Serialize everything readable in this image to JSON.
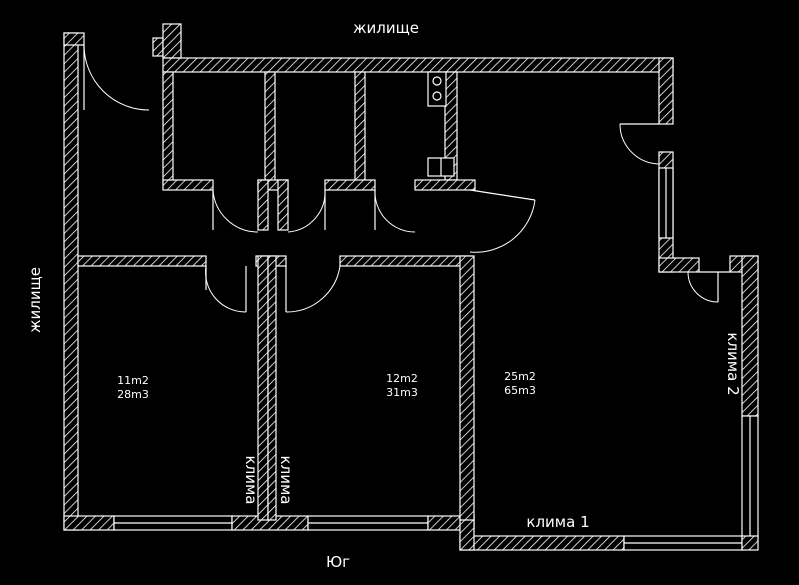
{
  "labels": {
    "top_neighbor": "жилище",
    "left_neighbor": "жилище",
    "south": "Юг"
  },
  "rooms": [
    {
      "id": "room-left",
      "area": "11m2",
      "volume": "28m3"
    },
    {
      "id": "room-middle",
      "area": "12m2",
      "volume": "31m3"
    },
    {
      "id": "room-large",
      "area": "25m2",
      "volume": "65m3"
    }
  ],
  "ac_units": [
    {
      "id": "left-room",
      "label": "клима"
    },
    {
      "id": "middle-room",
      "label": "клима"
    },
    {
      "id": "bottom",
      "label": "клима 1"
    },
    {
      "id": "right",
      "label": "клима 2"
    }
  ],
  "colors": {
    "background": "#000000",
    "lines": "#ffffff"
  }
}
